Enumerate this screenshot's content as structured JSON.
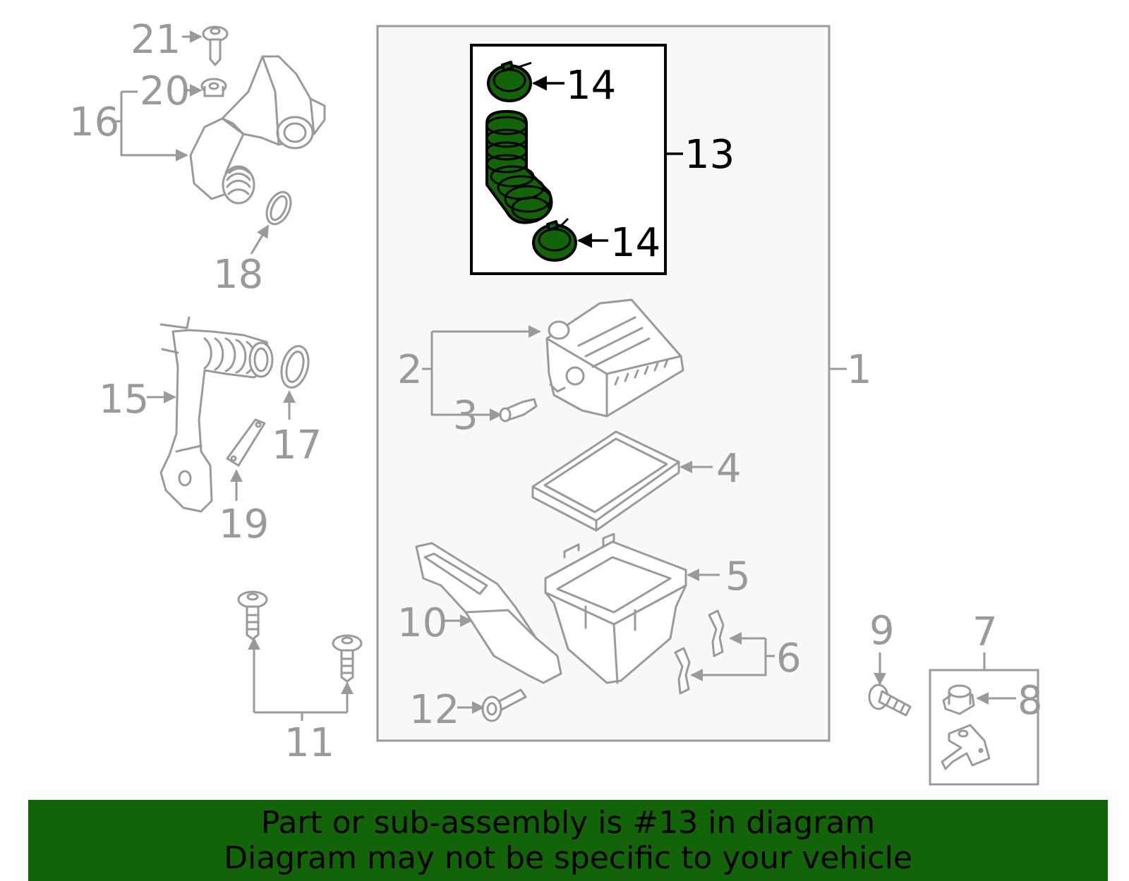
{
  "diagram": {
    "labels": {
      "l1": "1",
      "l2": "2",
      "l3": "3",
      "l4": "4",
      "l5": "5",
      "l6": "6",
      "l7": "7",
      "l8": "8",
      "l9": "9",
      "l10": "10",
      "l11": "11",
      "l12": "12",
      "l13": "13",
      "l14a": "14",
      "l14b": "14",
      "l15": "15",
      "l16": "16",
      "l17": "17",
      "l18": "18",
      "l19": "19",
      "l20": "20",
      "l21": "21"
    },
    "colors": {
      "highlight": "#136308",
      "outline": "#9a9a9a",
      "box_fill": "#f8f8f8"
    }
  },
  "banner": {
    "line1": "Part or sub-assembly is #13 in diagram",
    "line2": "Diagram may not be specific to your vehicle"
  }
}
